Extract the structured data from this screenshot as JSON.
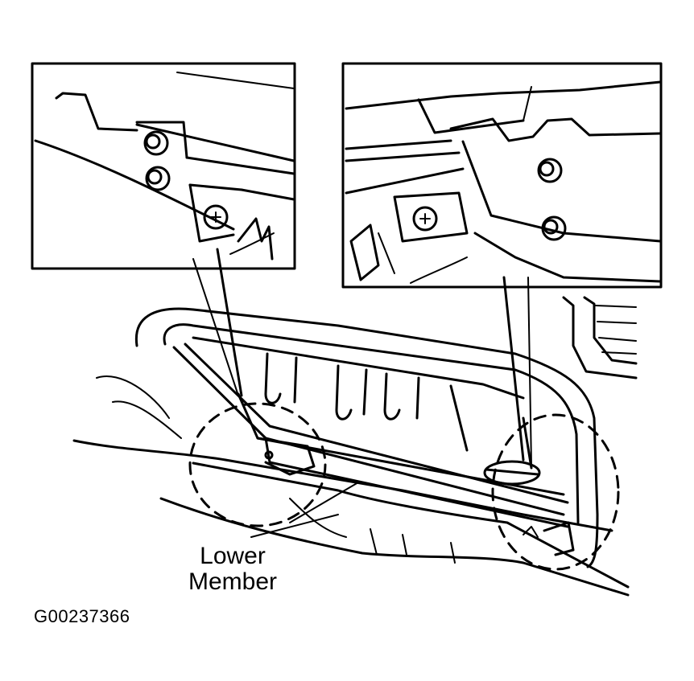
{
  "callout": {
    "line1": "Lower",
    "line2": "Member"
  },
  "figure_id": "G00237366",
  "ink_color": "#000000",
  "background_color": "#ffffff"
}
